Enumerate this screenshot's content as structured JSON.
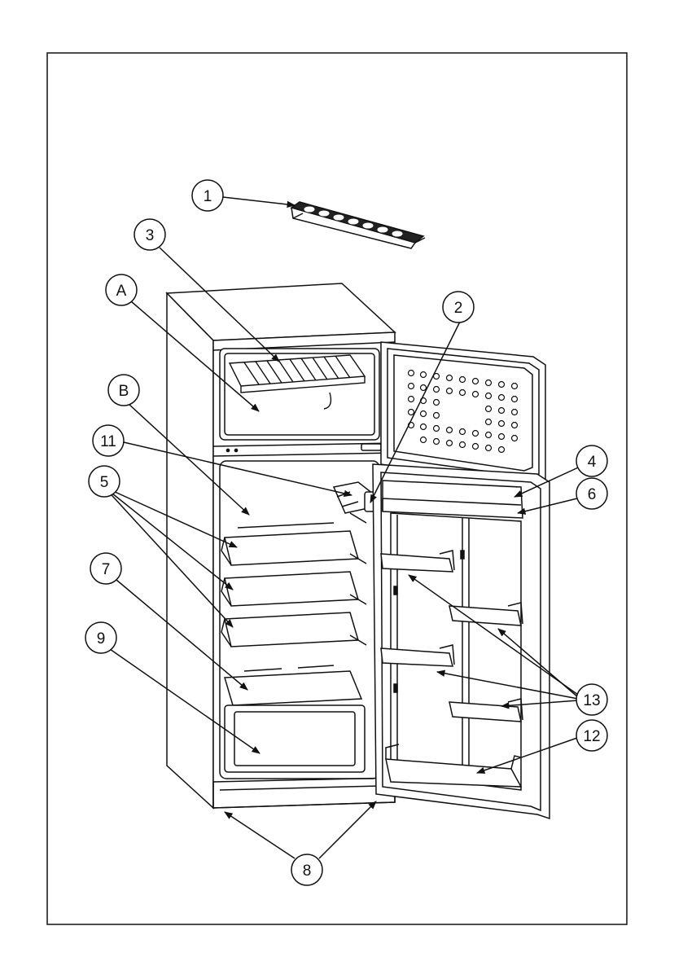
{
  "callouts": {
    "c1": "1",
    "c2": "2",
    "c3": "3",
    "c4": "4",
    "c5": "5",
    "c6": "6",
    "c7": "7",
    "c8": "8",
    "c9": "9",
    "c11": "11",
    "c12": "12",
    "c13": "13",
    "cA": "A",
    "cB": "B"
  },
  "colors": {
    "line": "#111111",
    "background": "#ffffff"
  }
}
